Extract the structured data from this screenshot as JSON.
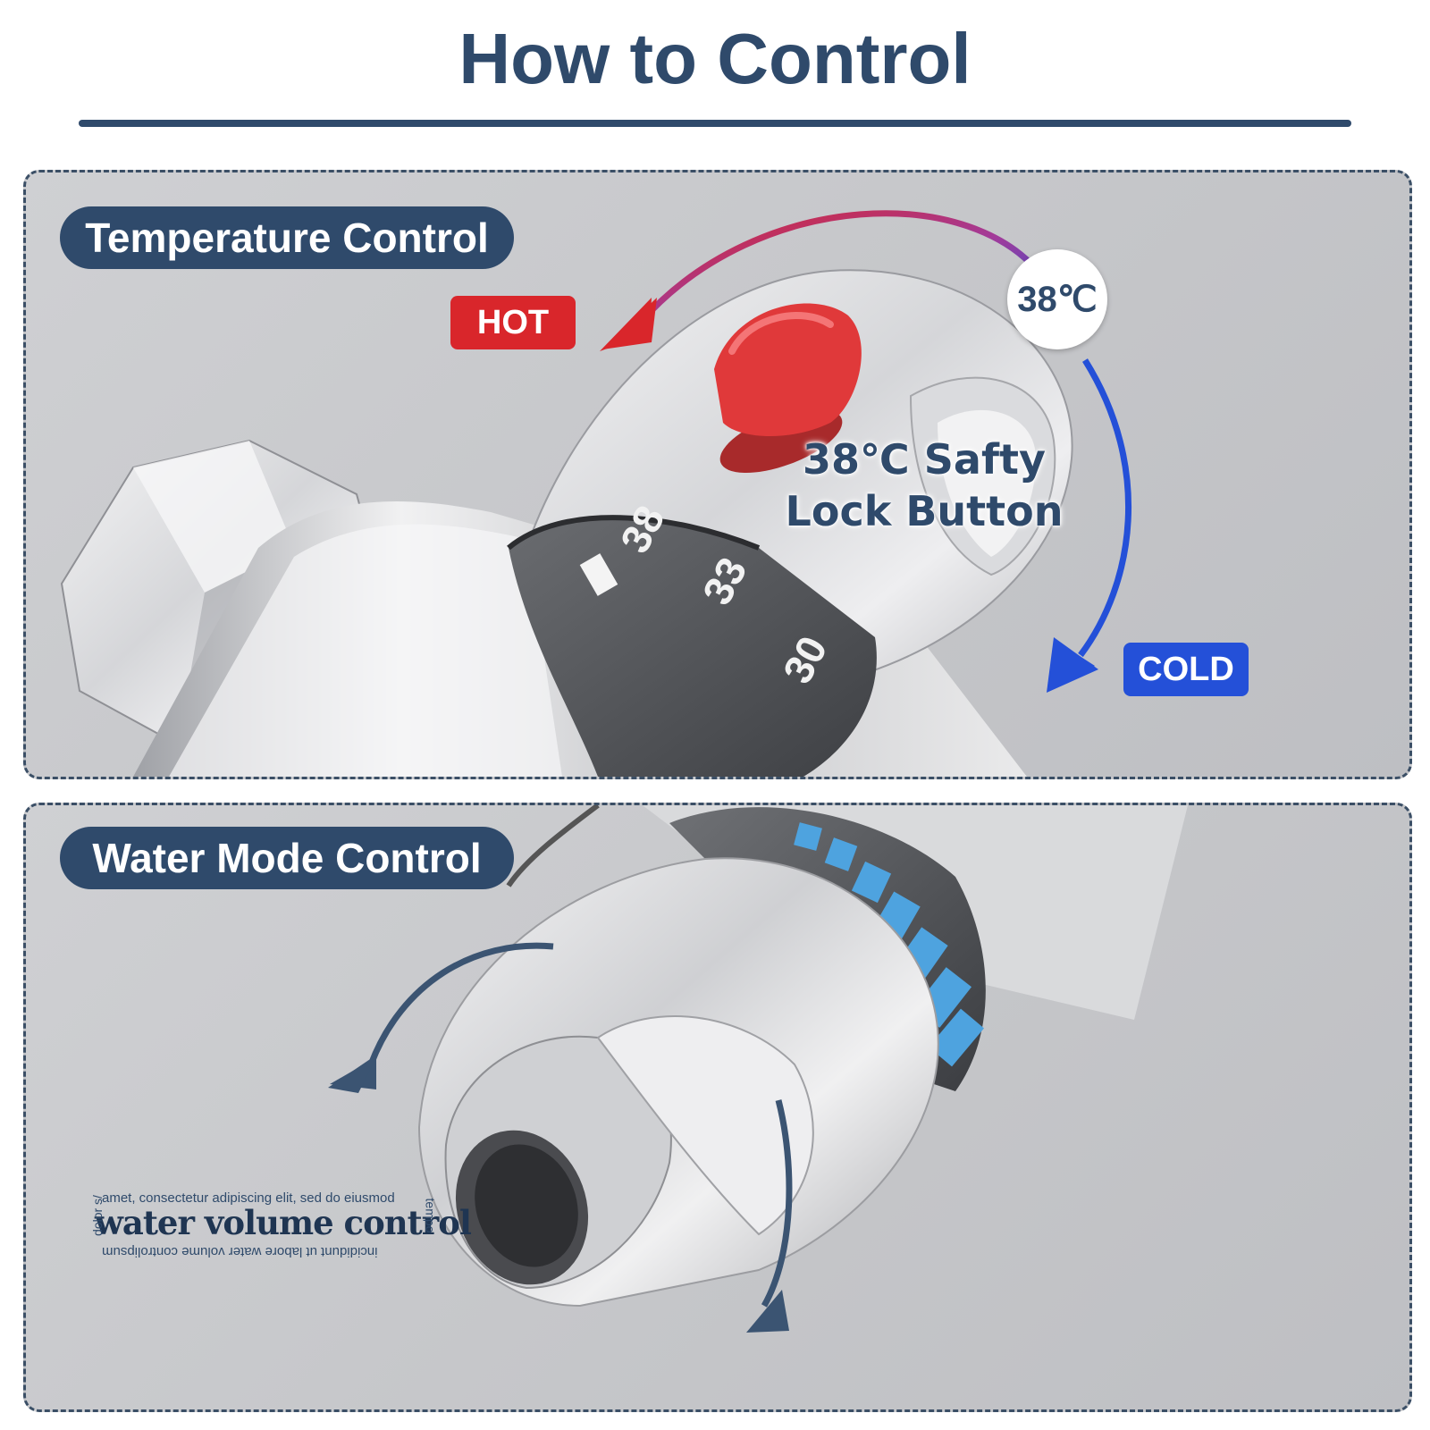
{
  "title": "How to Control",
  "temperature_section": {
    "heading": "Temperature Control",
    "hot_label": "HOT",
    "cold_label": "COLD",
    "temp_marker": "38℃",
    "lock_label_line1": "38℃ Safty",
    "lock_label_line2": "Lock Button",
    "dial_numbers": [
      "38",
      "33",
      "30"
    ]
  },
  "water_section": {
    "heading": "Water Mode Control",
    "stamp_main": "water volume control",
    "stamp_top": "amet, consectetur adipiscing elit, sed do eiusmod",
    "stamp_bottom": "incididunt ut labore water volume controlipsum",
    "stamp_left": "dolor s/",
    "stamp_right": "tempo"
  },
  "colors": {
    "navy": "#2f4a6b",
    "hot_red": "#d9262b",
    "cold_blue": "#2450d8",
    "lock_button_red": "#e0393a",
    "water_mode_blue": "#4ea3df"
  }
}
